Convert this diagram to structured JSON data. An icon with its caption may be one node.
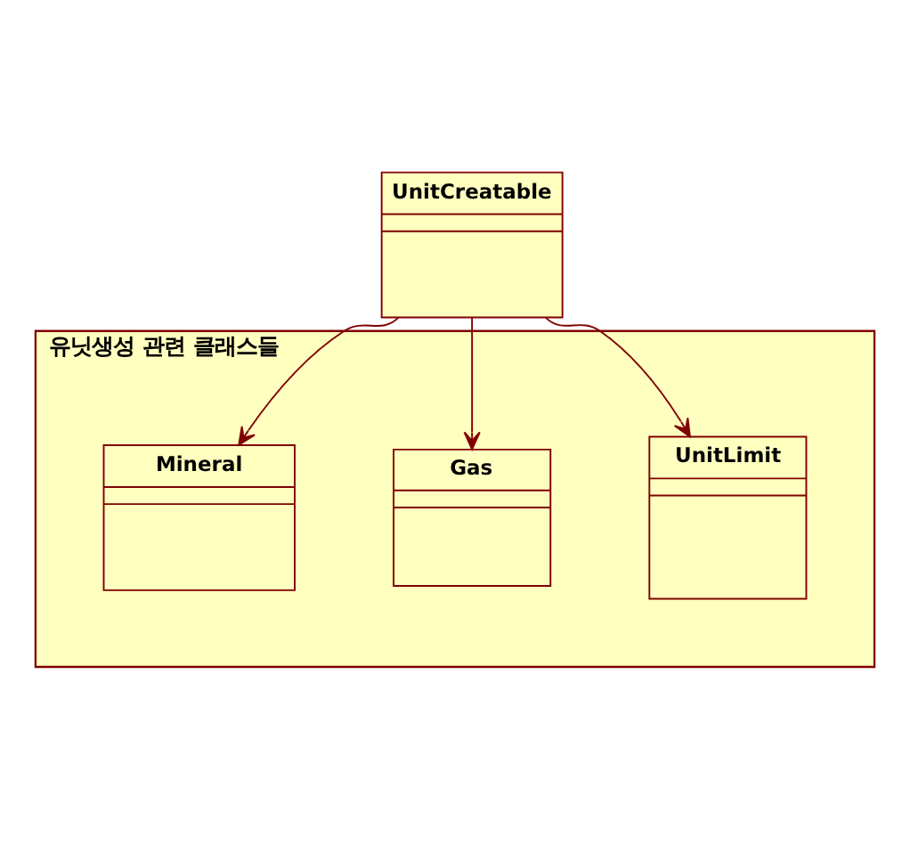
{
  "diagram": {
    "nodes": [
      {
        "text": [
          "UnitCreatable"
        ]
      },
      {
        "text": [
          "유닛생성 관련 클래스들"
        ]
      },
      {
        "text": [
          "Mineral"
        ],
        "in": 1
      },
      {
        "text": [
          "Gas"
        ],
        "in": 1
      },
      {
        "text": [
          "UnitLimit"
        ],
        "in": 1
      }
    ],
    "edges": [
      {
        "from": 0,
        "to": 2,
        "arrow": "to"
      },
      {
        "from": 0,
        "to": 3,
        "arrow": "to"
      },
      {
        "from": 0,
        "to": 4,
        "arrow": "to"
      }
    ]
  }
}
